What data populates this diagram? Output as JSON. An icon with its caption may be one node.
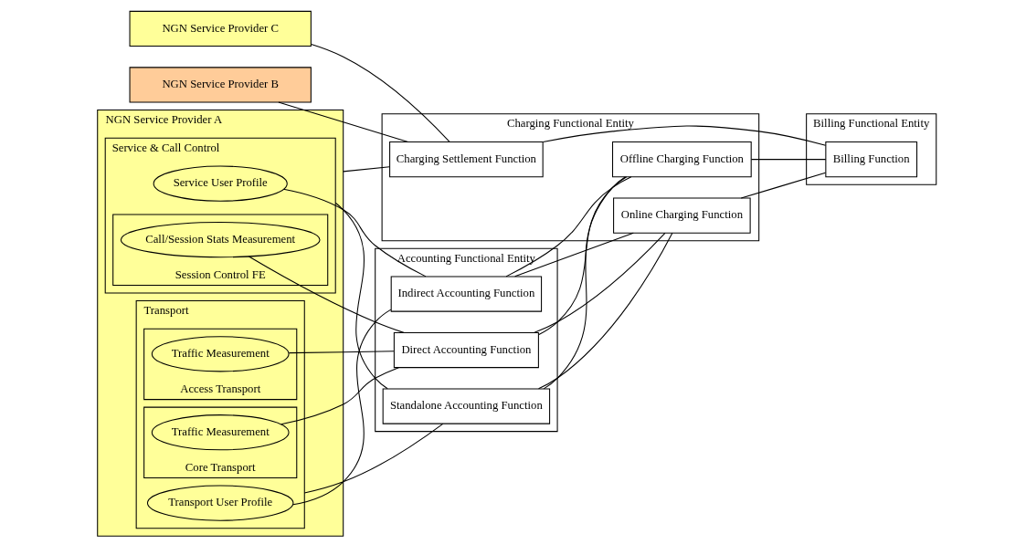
{
  "diagram": {
    "nodes": [
      {
        "text": [
          "NGN Service Provider C"
        ]
      },
      {
        "text": [
          "NGN Service Provider B"
        ]
      },
      {
        "text": [
          "NGN Service Provider A"
        ]
      },
      {
        "text": [
          "Service & Call Control"
        ],
        "in": 2
      },
      {
        "text": [
          "Service User Profile"
        ],
        "in": 3
      },
      {
        "text": [
          "Session Control FE"
        ],
        "in": 3
      },
      {
        "text": [
          "Call/Session Stats Measurement"
        ],
        "in": 5
      },
      {
        "text": [
          "Transport"
        ],
        "in": 2
      },
      {
        "text": [
          "Transport User Profile"
        ],
        "in": 7
      },
      {
        "text": [
          "Access Transport"
        ],
        "in": 7
      },
      {
        "text": [
          "Traffic Measurement"
        ],
        "in": 9
      },
      {
        "text": [
          "Core Transport"
        ],
        "in": 7
      },
      {
        "text": [
          "Traffic Measurement"
        ],
        "in": 11
      },
      {
        "text": [
          "Accounting Functional Entity"
        ]
      },
      {
        "text": [
          "Indirect Accounting Function"
        ],
        "in": 13
      },
      {
        "text": [
          "Direct Accounting Function"
        ],
        "in": 13
      },
      {
        "text": [
          "Standalone Accounting Function"
        ],
        "in": 13
      },
      {
        "text": [
          "Charging Functional Entity"
        ]
      },
      {
        "text": [
          "Charging Settlement Function"
        ],
        "in": 17
      },
      {
        "text": [
          "Offline Charging Function"
        ],
        "in": 17
      },
      {
        "text": [
          "Online Charging Function"
        ],
        "in": 17
      },
      {
        "text": [
          "Billing Functional Entity"
        ]
      },
      {
        "text": [
          "Billing Function"
        ],
        "in": 21
      }
    ],
    "edges": [
      {
        "from": 0,
        "to": 18,
        "arrow": "none"
      },
      {
        "from": 1,
        "to": 18,
        "arrow": "none"
      },
      {
        "from": 2,
        "to": 18,
        "arrow": "none"
      },
      {
        "from": 4,
        "to": 14,
        "arrow": "none"
      },
      {
        "from": 8,
        "to": 14,
        "arrow": "none"
      },
      {
        "from": 6,
        "to": 15,
        "arrow": "none"
      },
      {
        "from": 10,
        "to": 15,
        "arrow": "none"
      },
      {
        "from": 12,
        "to": 15,
        "arrow": "none"
      },
      {
        "from": 3,
        "to": 16,
        "arrow": "none"
      },
      {
        "from": 7,
        "to": 16,
        "arrow": "none"
      },
      {
        "from": 14,
        "to": 19,
        "arrow": "none"
      },
      {
        "from": 15,
        "to": 19,
        "arrow": "none"
      },
      {
        "from": 16,
        "to": 19,
        "arrow": "none"
      },
      {
        "from": 14,
        "to": 20,
        "arrow": "none"
      },
      {
        "from": 15,
        "to": 20,
        "arrow": "none"
      },
      {
        "from": 16,
        "to": 20,
        "arrow": "none"
      },
      {
        "from": 18,
        "to": 22,
        "arrow": "none"
      },
      {
        "from": 19,
        "to": 22,
        "arrow": "none"
      },
      {
        "from": 20,
        "to": 22,
        "arrow": "none"
      }
    ]
  }
}
